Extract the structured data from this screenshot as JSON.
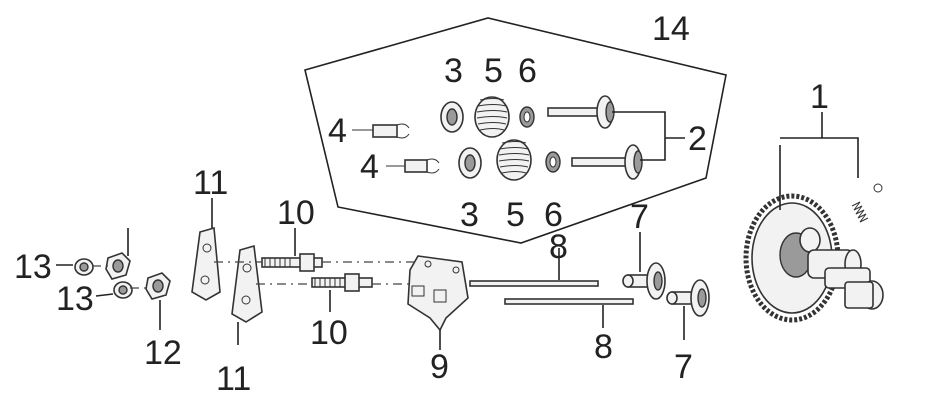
{
  "diagram": {
    "callouts": {
      "c1": "1",
      "c2": "2",
      "c3a": "3",
      "c3b": "3",
      "c4a": "4",
      "c4b": "4",
      "c5a": "5",
      "c5b": "5",
      "c6a": "6",
      "c6b": "6",
      "c7a": "7",
      "c7b": "7",
      "c8a": "8",
      "c8b": "8",
      "c9": "9",
      "c10a": "10",
      "c10b": "10",
      "c11a": "11",
      "c11b": "11",
      "c12": "12",
      "c13a": "13",
      "c13b": "13",
      "c14": "14"
    }
  }
}
